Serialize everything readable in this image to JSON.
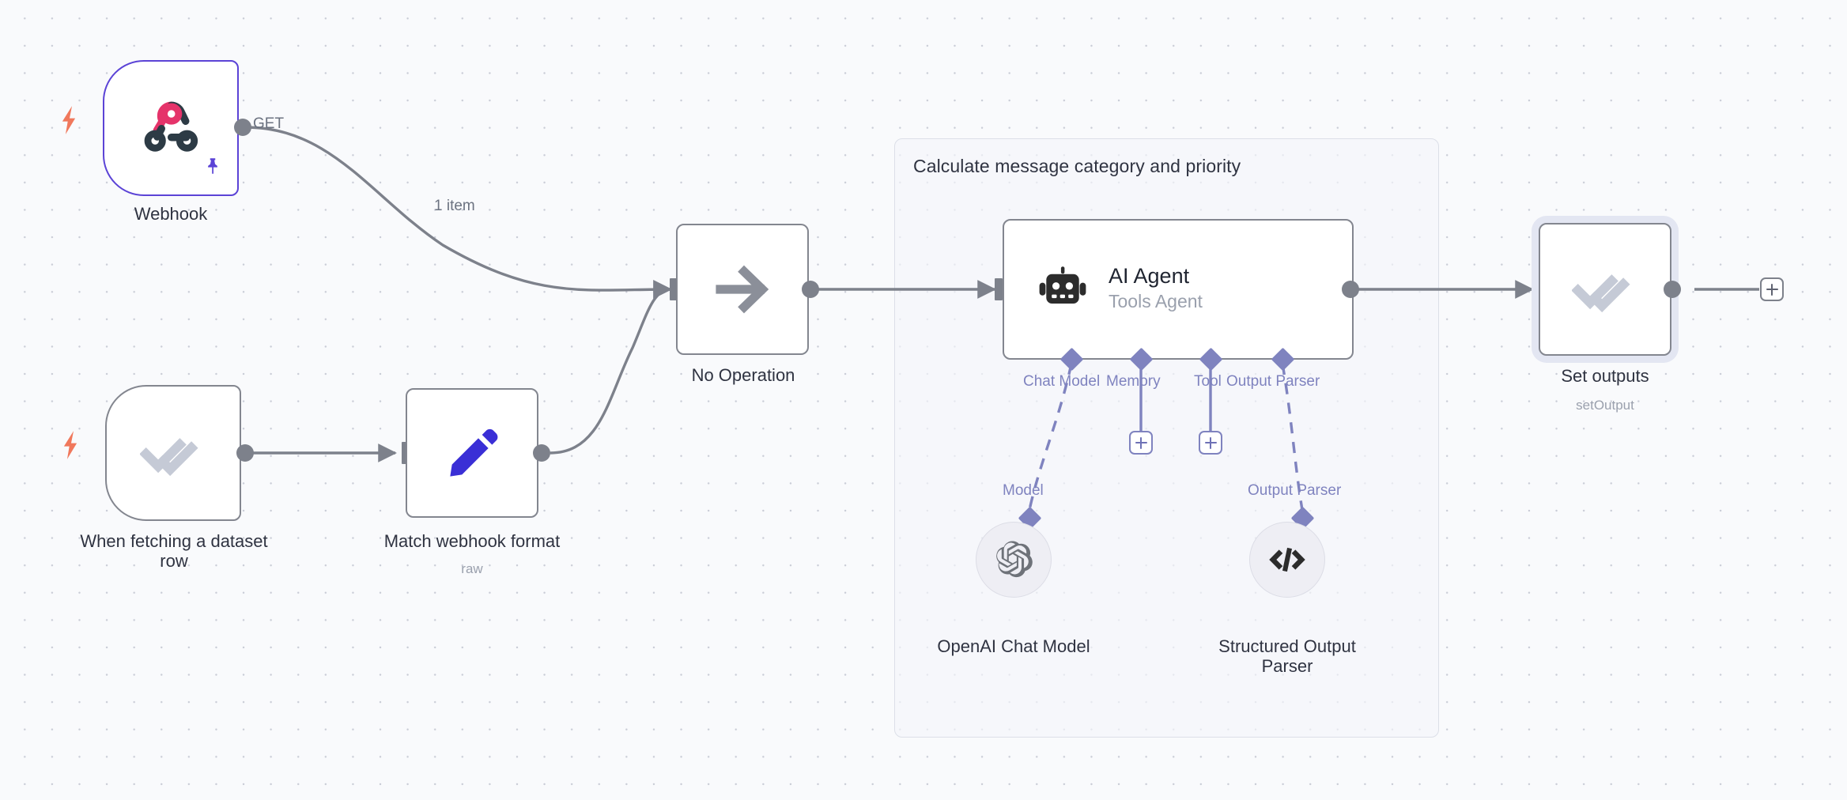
{
  "app": {
    "name": "n8n-workflow-canvas"
  },
  "canvas": {
    "background_color": "#f9fafc",
    "grid_dot_color": "#c9ccd6"
  },
  "group": {
    "title": "Calculate message category and priority",
    "border_color": "#dcdfe8"
  },
  "nodes": [
    {
      "id": "webhook",
      "label": "Webhook",
      "sublabel": "",
      "icon": "webhook-icon",
      "type": "trigger",
      "pinned": true,
      "border_color": "#5b43d6",
      "output_label": "GET"
    },
    {
      "id": "when-fetching-a-dataset-row",
      "label": "When fetching a dataset\nrow",
      "sublabel": "",
      "icon": "double-check-icon",
      "type": "trigger",
      "pinned": false,
      "border_color": "#83868f"
    },
    {
      "id": "match-webhook-format",
      "label": "Match webhook format",
      "sublabel": "raw",
      "icon": "pencil-icon",
      "type": "action",
      "border_color": "#83868f"
    },
    {
      "id": "no-operation",
      "label": "No Operation",
      "sublabel": "",
      "icon": "arrow-right-icon",
      "type": "action",
      "border_color": "#83868f"
    },
    {
      "id": "ai-agent",
      "label": "AI Agent",
      "sublabel": "Tools Agent",
      "icon": "robot-icon",
      "type": "agent",
      "border_color": "#83868f"
    },
    {
      "id": "set-outputs",
      "label": "Set outputs",
      "sublabel": "setOutput",
      "icon": "double-check-icon",
      "type": "action",
      "selected": true,
      "border_color": "#83868f"
    },
    {
      "id": "openai-chat-model",
      "label": "OpenAI Chat Model",
      "sublabel": "",
      "icon": "openai-icon",
      "type": "subnode",
      "connector_label": "Model"
    },
    {
      "id": "structured-output-parser",
      "label": "Structured Output\nParser",
      "sublabel": "",
      "icon": "code-brackets-icon",
      "type": "subnode",
      "connector_label": "Output Parser"
    }
  ],
  "agent_connectors": [
    {
      "label": "Chat Model",
      "has_plus": false
    },
    {
      "label": "Memory",
      "has_plus": true
    },
    {
      "label": "Tool",
      "has_plus": true
    },
    {
      "label": "Output Parser",
      "has_plus": false
    }
  ],
  "edges": [
    {
      "from": "webhook",
      "to": "no-operation",
      "label": "1 item",
      "port_label": "GET"
    },
    {
      "from": "when-fetching-a-dataset-row",
      "to": "match-webhook-format",
      "label": ""
    },
    {
      "from": "match-webhook-format",
      "to": "no-operation",
      "label": ""
    },
    {
      "from": "no-operation",
      "to": "ai-agent",
      "label": ""
    },
    {
      "from": "ai-agent",
      "to": "set-outputs",
      "label": ""
    },
    {
      "from": "set-outputs",
      "to": "add-node-placeholder",
      "label": ""
    }
  ],
  "buttons": {
    "add_node_end": "+",
    "add_memory": "+",
    "add_tool": "+"
  },
  "colors": {
    "accent_purple": "#5b43d6",
    "ai_connector": "#7f83bf",
    "trigger_bolt": "#f0785c",
    "wire": "#7d818b",
    "pencil_blue": "#3a2fd6",
    "webhook_red": "#e5336a",
    "webhook_dark": "#2d3b45",
    "check_gray": "#c5cad6"
  }
}
